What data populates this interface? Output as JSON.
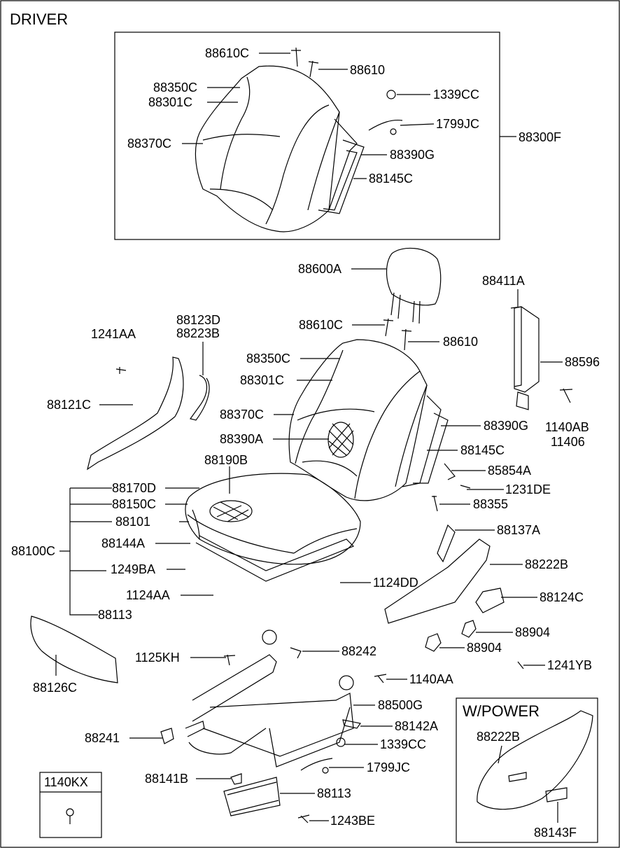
{
  "title": "DRIVER",
  "power_title": "W/POWER",
  "legend_part": "1140KX",
  "labels": {
    "l88610C_top": "88610C",
    "l88610_top": "88610",
    "l88350C_top": "88350C",
    "l88301C_top": "88301C",
    "l1339CC_top": "1339CC",
    "l1799JC_top": "1799JC",
    "l88370C_top": "88370C",
    "l88300F": "88300F",
    "l88390G_top": "88390G",
    "l88145C_top": "88145C",
    "l88600A": "88600A",
    "l88411A": "88411A",
    "l88123D": "88123D",
    "l88223B": "88223B",
    "l1241AA": "1241AA",
    "l88610C_mid": "88610C",
    "l88610_mid": "88610",
    "l88350C_mid": "88350C",
    "l88596": "88596",
    "l88301C_mid": "88301C",
    "l88121C": "88121C",
    "l88370C_mid": "88370C",
    "l88390G_mid": "88390G",
    "l1140AB": "1140AB",
    "l11406": "11406",
    "l88390A": "88390A",
    "l88145C_mid": "88145C",
    "l88190B": "88190B",
    "l85854A": "85854A",
    "l88170D": "88170D",
    "l1231DE": "1231DE",
    "l88150C": "88150C",
    "l88355": "88355",
    "l88101": "88101",
    "l88137A": "88137A",
    "l88144A": "88144A",
    "l88100C": "88100C",
    "l88222B_mid": "88222B",
    "l1249BA": "1249BA",
    "l1124DD": "1124DD",
    "l1124AA": "1124AA",
    "l88124C": "88124C",
    "l88113_a": "88113",
    "l88904_a": "88904",
    "l88904_b": "88904",
    "l1125KH": "1125KH",
    "l88242": "88242",
    "l1241YB": "1241YB",
    "l88126C": "88126C",
    "l1140AA": "1140AA",
    "l88500G": "88500G",
    "l88142A": "88142A",
    "l88241": "88241",
    "l1339CC_bot": "1339CC",
    "l1799JC_bot": "1799JC",
    "l88141B": "88141B",
    "l88113_b": "88113",
    "l1243BE": "1243BE",
    "l88222B_pw": "88222B",
    "l88143F": "88143F"
  }
}
